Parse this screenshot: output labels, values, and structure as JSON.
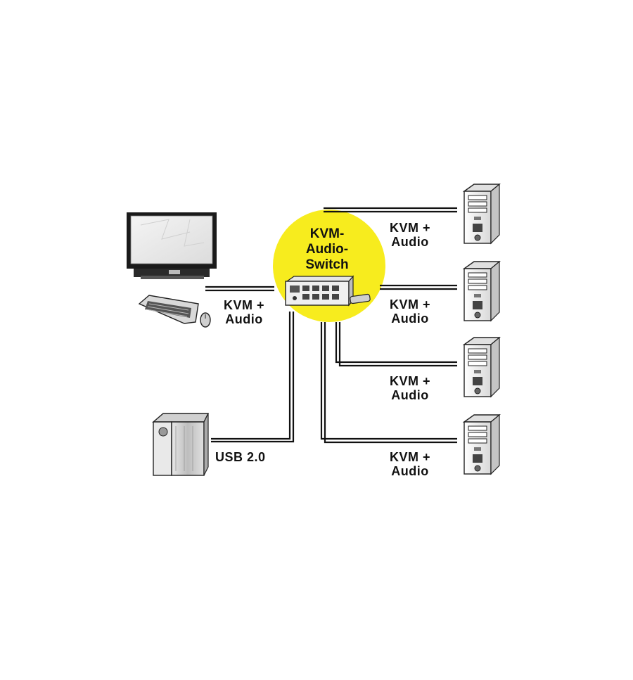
{
  "hub": {
    "line1": "KVM-",
    "line2": "Audio-",
    "line3": "Switch",
    "circle_color": "#f7ec1e"
  },
  "console_link": {
    "line1": "KVM +",
    "line2": "Audio"
  },
  "usb_link": {
    "label": "USB 2.0"
  },
  "computer_links": [
    {
      "line1": "KVM +",
      "line2": "Audio"
    },
    {
      "line1": "KVM +",
      "line2": "Audio"
    },
    {
      "line1": "KVM +",
      "line2": "Audio"
    },
    {
      "line1": "KVM +",
      "line2": "Audio"
    }
  ]
}
